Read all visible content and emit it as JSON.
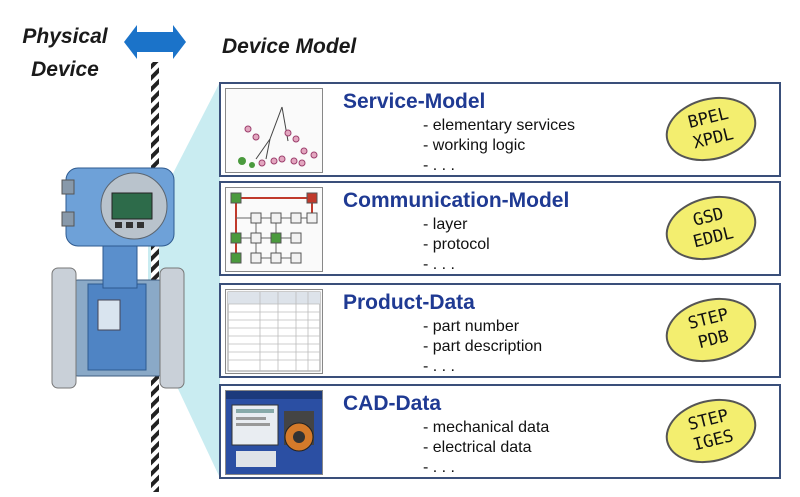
{
  "labels": {
    "physical_device": "Physical Device",
    "device_model": "Device Model"
  },
  "models": [
    {
      "title": "Service-Model",
      "items": [
        "- elementary services",
        "- working logic",
        "- . . ."
      ],
      "badge": [
        "BPEL",
        "XPDL"
      ]
    },
    {
      "title": "Communication-Model",
      "items": [
        "- layer",
        "- protocol",
        "- . . ."
      ],
      "badge": [
        "GSD",
        "EDDL"
      ]
    },
    {
      "title": "Product-Data",
      "items": [
        "- part number",
        "- part description",
        "- . . ."
      ],
      "badge": [
        "STEP",
        "PDB"
      ]
    },
    {
      "title": "CAD-Data",
      "items": [
        "- mechanical data",
        "- electrical data",
        "- . . ."
      ],
      "badge": [
        "STEP",
        "IGES"
      ]
    }
  ],
  "colors": {
    "title_blue": "#1f3a93",
    "box_border": "#3a4f7a",
    "badge_fill": "#f3ee6f",
    "arrow_blue": "#1b73c9",
    "projection": "#c9ecf1"
  }
}
